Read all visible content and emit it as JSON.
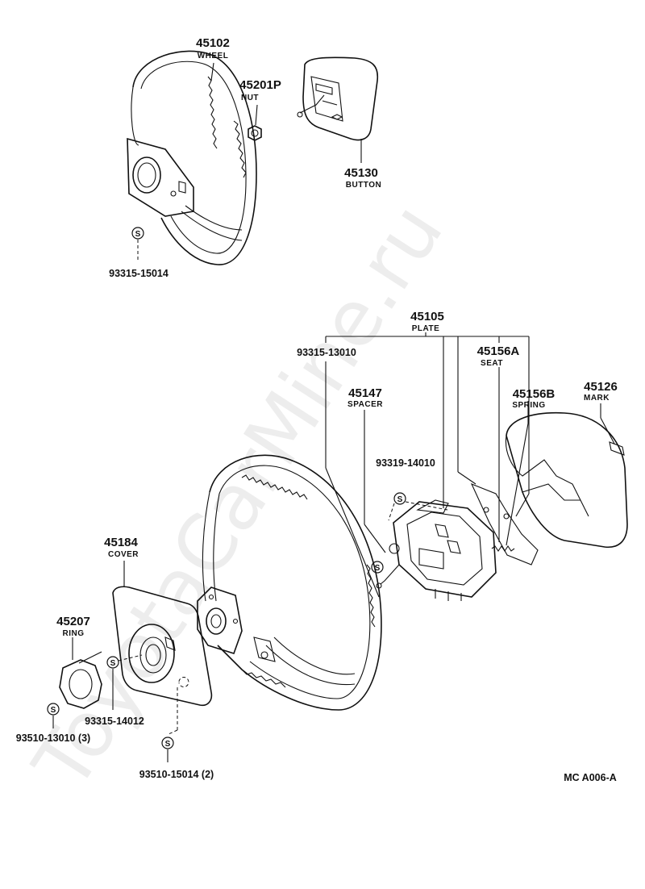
{
  "parts": {
    "wheel": {
      "number": "45102",
      "name": "WHEEL"
    },
    "nut": {
      "number": "45201P",
      "name": "NUT"
    },
    "button": {
      "number": "45130",
      "name": "BUTTON"
    },
    "plate": {
      "number": "45105",
      "name": "PLATE"
    },
    "spacer": {
      "number": "45147",
      "name": "SPACER"
    },
    "seat": {
      "number": "45156A",
      "name": "SEAT"
    },
    "spring": {
      "number": "45156B",
      "name": "SPRING"
    },
    "mark": {
      "number": "45126",
      "name": "MARK"
    },
    "cover": {
      "number": "45184",
      "name": "COVER"
    },
    "ring": {
      "number": "45207",
      "name": "RING"
    }
  },
  "standard_parts": {
    "p1": "93315-15014",
    "p2": "93315-13010",
    "p3": "93319-14010",
    "p4": "93315-14012",
    "p5": "93510-13010 (3)",
    "p6": "93510-15014 (2)"
  },
  "s_symbol": "S",
  "diagram_code": "MC  A006-A",
  "watermark": "ToyotaCarMine.ru"
}
